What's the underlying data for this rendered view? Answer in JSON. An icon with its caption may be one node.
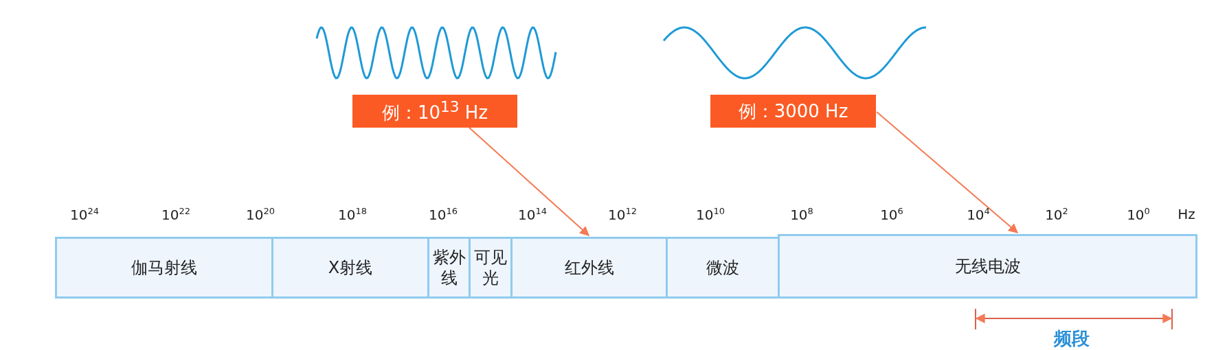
{
  "diagram": {
    "nodes": [
      {
        "text": [
          "伽马射线"
        ]
      },
      {
        "text": [
          "X射线"
        ]
      },
      {
        "text": [
          "紫外线"
        ]
      },
      {
        "text": [
          "可见光"
        ]
      },
      {
        "text": [
          "红外线"
        ]
      },
      {
        "text": [
          "微波"
        ]
      },
      {
        "text": [
          "无线电波"
        ]
      },
      {
        "text": [
          "例：10$^{13}$ Hz"
        ]
      },
      {
        "text": [
          "例：3000 Hz"
        ]
      }
    ],
    "edges": [
      {
        "from": 7,
        "to": 4,
        "arrow": "to"
      },
      {
        "from": 8,
        "to": 6,
        "arrow": "to"
      }
    ],
    "labels": [
      "10$^{24}$",
      "10$^{22}$",
      "10$^{20}$",
      "10$^{18}$",
      "10$^{16}$",
      "10$^{14}$",
      "10$^{12}$",
      "10$^{10}$",
      "10$^{8}$",
      "10$^{6}$",
      "10$^{4}$",
      "10$^{2}$",
      "10$^{0}$",
      "Hz",
      "频段"
    ]
  }
}
